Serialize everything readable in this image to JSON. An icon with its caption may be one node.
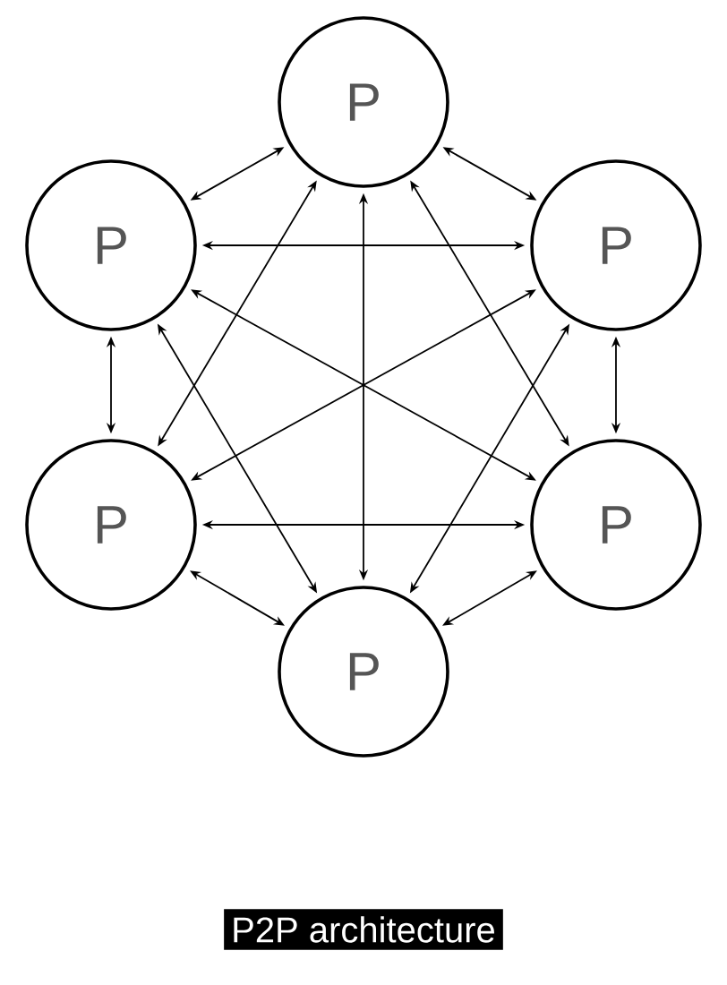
{
  "diagram": {
    "caption": "P2P architecture",
    "nodes": [
      {
        "text": [
          "P"
        ]
      },
      {
        "text": [
          "P"
        ]
      },
      {
        "text": [
          "P"
        ]
      },
      {
        "text": [
          "P"
        ]
      },
      {
        "text": [
          "P"
        ]
      },
      {
        "text": [
          "P"
        ]
      }
    ],
    "edges": [
      {
        "from": 0,
        "to": 1,
        "arrow": "both"
      },
      {
        "from": 0,
        "to": 2,
        "arrow": "both"
      },
      {
        "from": 1,
        "to": 2,
        "arrow": "both"
      },
      {
        "from": 1,
        "to": 3,
        "arrow": "both"
      },
      {
        "from": 2,
        "to": 4,
        "arrow": "both"
      },
      {
        "from": 3,
        "to": 4,
        "arrow": "both"
      },
      {
        "from": 3,
        "to": 5,
        "arrow": "both"
      },
      {
        "from": 4,
        "to": 5,
        "arrow": "both"
      },
      {
        "from": 0,
        "to": 5,
        "arrow": "both"
      },
      {
        "from": 0,
        "to": 3,
        "arrow": "both"
      },
      {
        "from": 0,
        "to": 4,
        "arrow": "both"
      },
      {
        "from": 1,
        "to": 4,
        "arrow": "both"
      },
      {
        "from": 2,
        "to": 3,
        "arrow": "both"
      },
      {
        "from": 1,
        "to": 5,
        "arrow": "both"
      },
      {
        "from": 2,
        "to": 5,
        "arrow": "both"
      }
    ]
  }
}
